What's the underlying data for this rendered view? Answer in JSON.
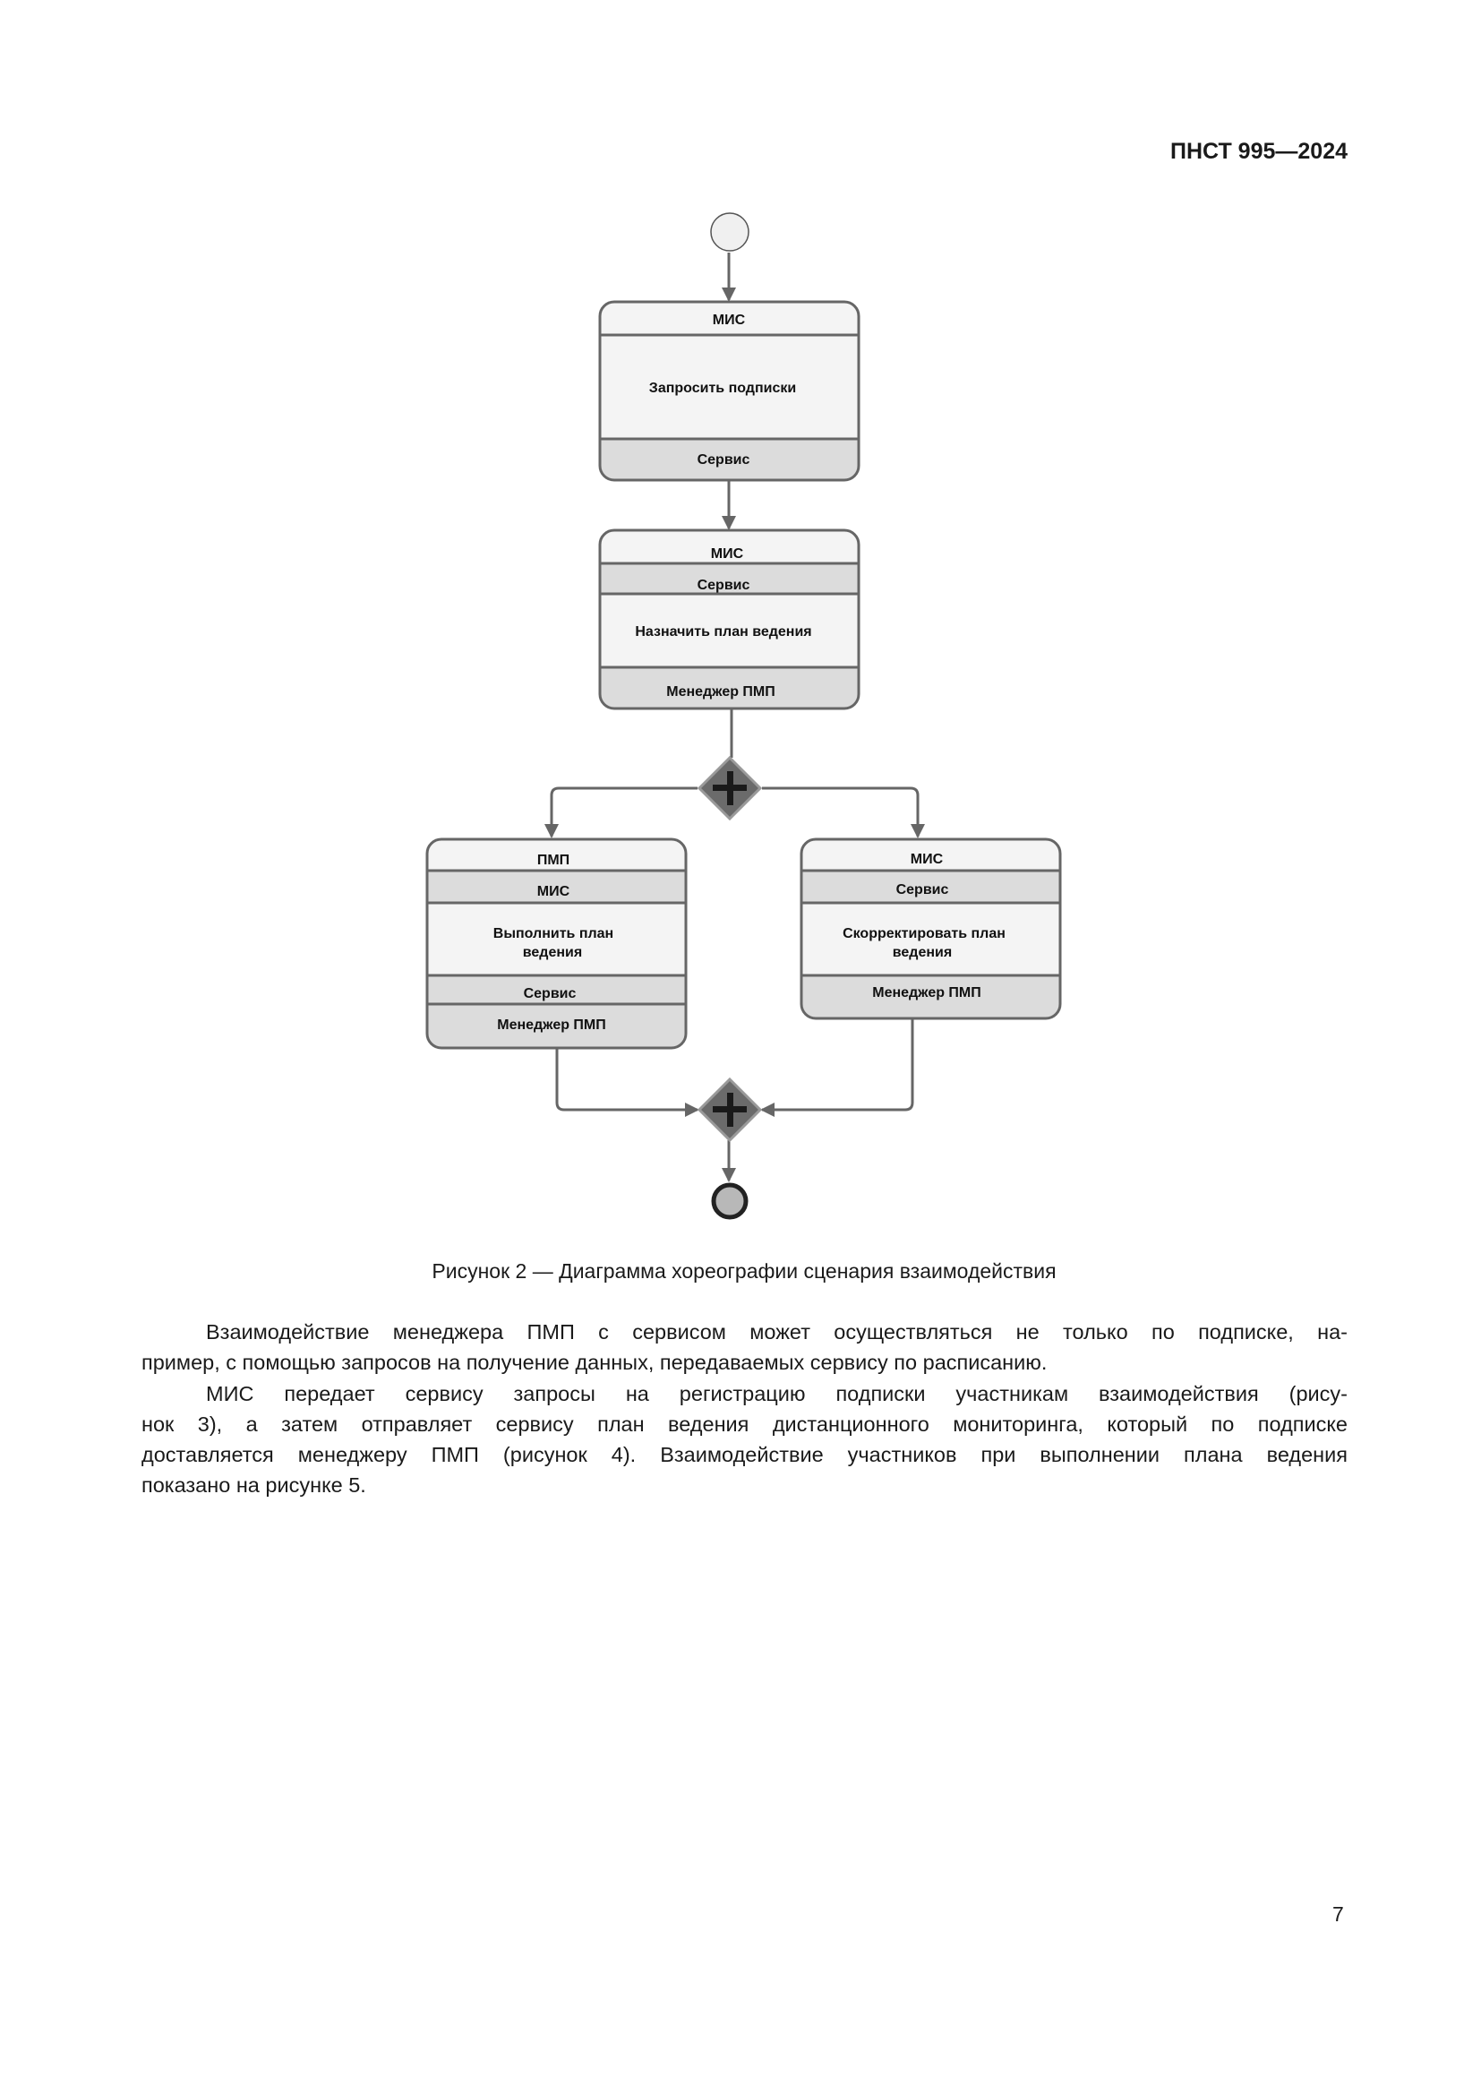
{
  "header": {
    "doc_id": "ПНСТ 995—2024"
  },
  "diagram": {
    "task1": {
      "top": "МИС",
      "name": "Запросить подписки",
      "bottom": "Сервис"
    },
    "task2": {
      "top": "МИС",
      "band": "Сервис",
      "name": "Назначить план ведения",
      "bottom": "Менеджер ПМП"
    },
    "task3": {
      "top": "ПМП",
      "band": "МИС",
      "name_line1": "Выполнить план",
      "name_line2": "ведения",
      "band2": "Сервис",
      "bottom": "Менеджер ПМП"
    },
    "task4": {
      "top": "МИС",
      "band": "Сервис",
      "name_line1": "Скорректировать план",
      "name_line2": "ведения",
      "bottom": "Менеджер ПМП"
    },
    "gateway_icon": "parallel-gateway-plus",
    "colors": {
      "band": "#dcdcdc",
      "box": "#f4f4f4",
      "stroke": "#666666",
      "gateway": "#6b6b6b"
    }
  },
  "caption": "Рисунок 2 — Диаграмма хореографии сценария взаимодействия",
  "paragraphs": [
    [
      "Взаимодействие менеджера ПМП с сервисом может осуществляться не только по подписке, на-",
      "пример, с помощью запросов на получение данных, передаваемых сервису по расписанию."
    ],
    [
      "МИС передает сервису запросы на регистрацию подписки участникам взаимодействия (рису-",
      "нок 3), а затем отправляет сервису план ведения дистанционного мониторинга, который по подписке",
      "доставляется менеджеру ПМП (рисунок 4). Взаимодействие участников при выполнении плана ведения",
      "показано на рисунке 5."
    ]
  ],
  "page_number": "7"
}
